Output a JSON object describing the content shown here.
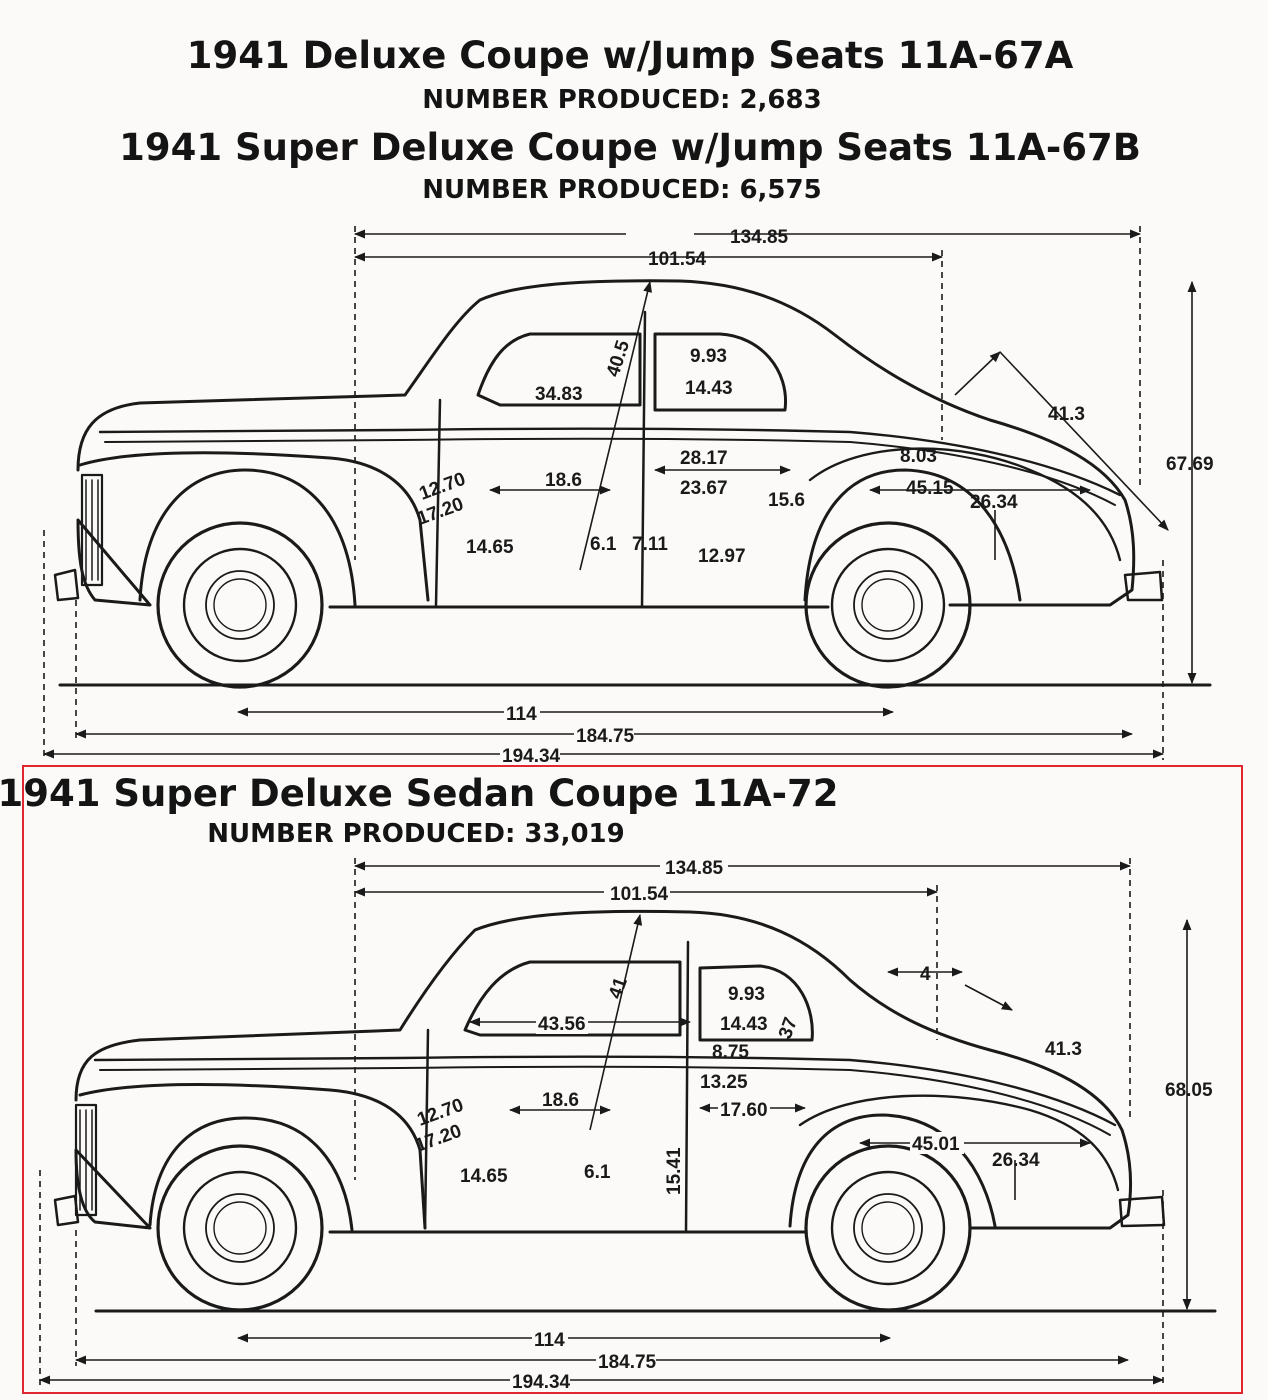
{
  "top_diagram": {
    "title_a": "1941 Deluxe Coupe w/Jump Seats 11A-67A",
    "produced_a": "NUMBER PRODUCED: 2,683",
    "title_b": "1941 Super Deluxe Coupe w/Jump Seats 11A-67B",
    "produced_b": "NUMBER PRODUCED: 6,575",
    "dims": {
      "d_134_85": "134.85",
      "d_101_54": "101.54",
      "d_40_5": "40.5",
      "d_9_93": "9.93",
      "d_14_43": "14.43",
      "d_34_83": "34.83",
      "d_41_3": "41.3",
      "d_67_69": "67.69",
      "d_8_03": "8.03",
      "d_28_17": "28.17",
      "d_23_67": "23.67",
      "d_45_15": "45.15",
      "d_26_34": "26.34",
      "d_12_70": "12.70",
      "d_17_20": "17.20",
      "d_18_6": "18.6",
      "d_15_6": "15.6",
      "d_14_65": "14.65",
      "d_6_1": "6.1",
      "d_7_11": "7.11",
      "d_12_97": "12.97",
      "d_114": "114",
      "d_184_75": "184.75",
      "d_194_34": "194.34"
    }
  },
  "bottom_diagram": {
    "title": "1941 Super Deluxe Sedan Coupe 11A-72",
    "produced": "NUMBER PRODUCED: 33,019",
    "highlight_color": "#e0262e",
    "dims": {
      "d_134_85": "134.85",
      "d_101_54": "101.54",
      "d_41": "41",
      "d_9_93": "9.93",
      "d_14_43": "14.43",
      "d_43_56": "43.56",
      "d_37": "37",
      "d_4": "4",
      "d_41_3": "41.3",
      "d_68_05": "68.05",
      "d_8_75": "8.75",
      "d_13_25": "13.25",
      "d_17_60": "17.60",
      "d_18_6": "18.6",
      "d_12_70": "12.70",
      "d_17_20": "17.20",
      "d_45_01": "45.01",
      "d_26_34": "26.34",
      "d_14_65": "14.65",
      "d_6_1": "6.1",
      "d_15_41": "15.41",
      "d_114": "114",
      "d_184_75": "184.75",
      "d_194_34": "194.34"
    }
  }
}
